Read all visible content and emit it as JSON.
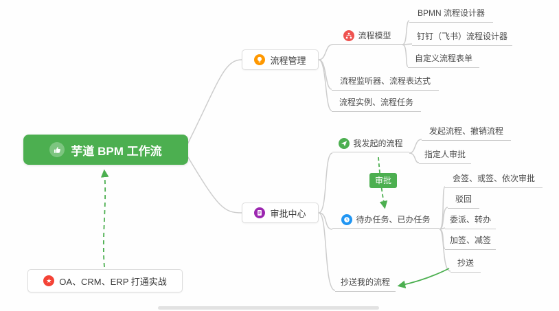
{
  "colors": {
    "root_bg": "#4caf50",
    "connector": "#cdcdcd",
    "arrow_green": "#4caf50",
    "badge_bg": "#4caf50",
    "icon_lightbulb_bg": "#ff9800",
    "icon_approval_bg": "#9c27b0",
    "icon_model_bg": "#ef5350",
    "icon_initiated_bg": "#4caf50",
    "icon_todo_bg": "#2196f3",
    "icon_star_bg": "#f44336"
  },
  "icons": {
    "root": "thumbs-up",
    "process_mgmt": "lightbulb",
    "approval_center": "document",
    "process_model": "flowchart",
    "my_initiated": "paper-plane",
    "todo_done": "clock",
    "practice": "star"
  },
  "glyphs": {
    "star": "★"
  },
  "nodes": {
    "root": "芋道 BPM 工作流",
    "process_mgmt": "流程管理",
    "process_model": "流程模型",
    "bpmn_designer": "BPMN 流程设计器",
    "dingtalk_designer": "钉钉（飞书）流程设计器",
    "custom_form": "自定义流程表单",
    "listener_expr": "流程监听器、流程表达式",
    "instance_task": "流程实例、流程任务",
    "approval_center": "审批中心",
    "my_initiated": "我发起的流程",
    "initiate_cancel": "发起流程、撤销流程",
    "assigned_approval": "指定人审批",
    "approval_badge": "审批",
    "todo_done": "待办任务、已办任务",
    "countersign": "会签、或签、依次审批",
    "reject": "驳回",
    "delegate": "委派、转办",
    "addsign": "加签、减签",
    "cc": "抄送",
    "cc_my": "抄送我的流程",
    "practice": "OA、CRM、ERP 打通实战"
  }
}
